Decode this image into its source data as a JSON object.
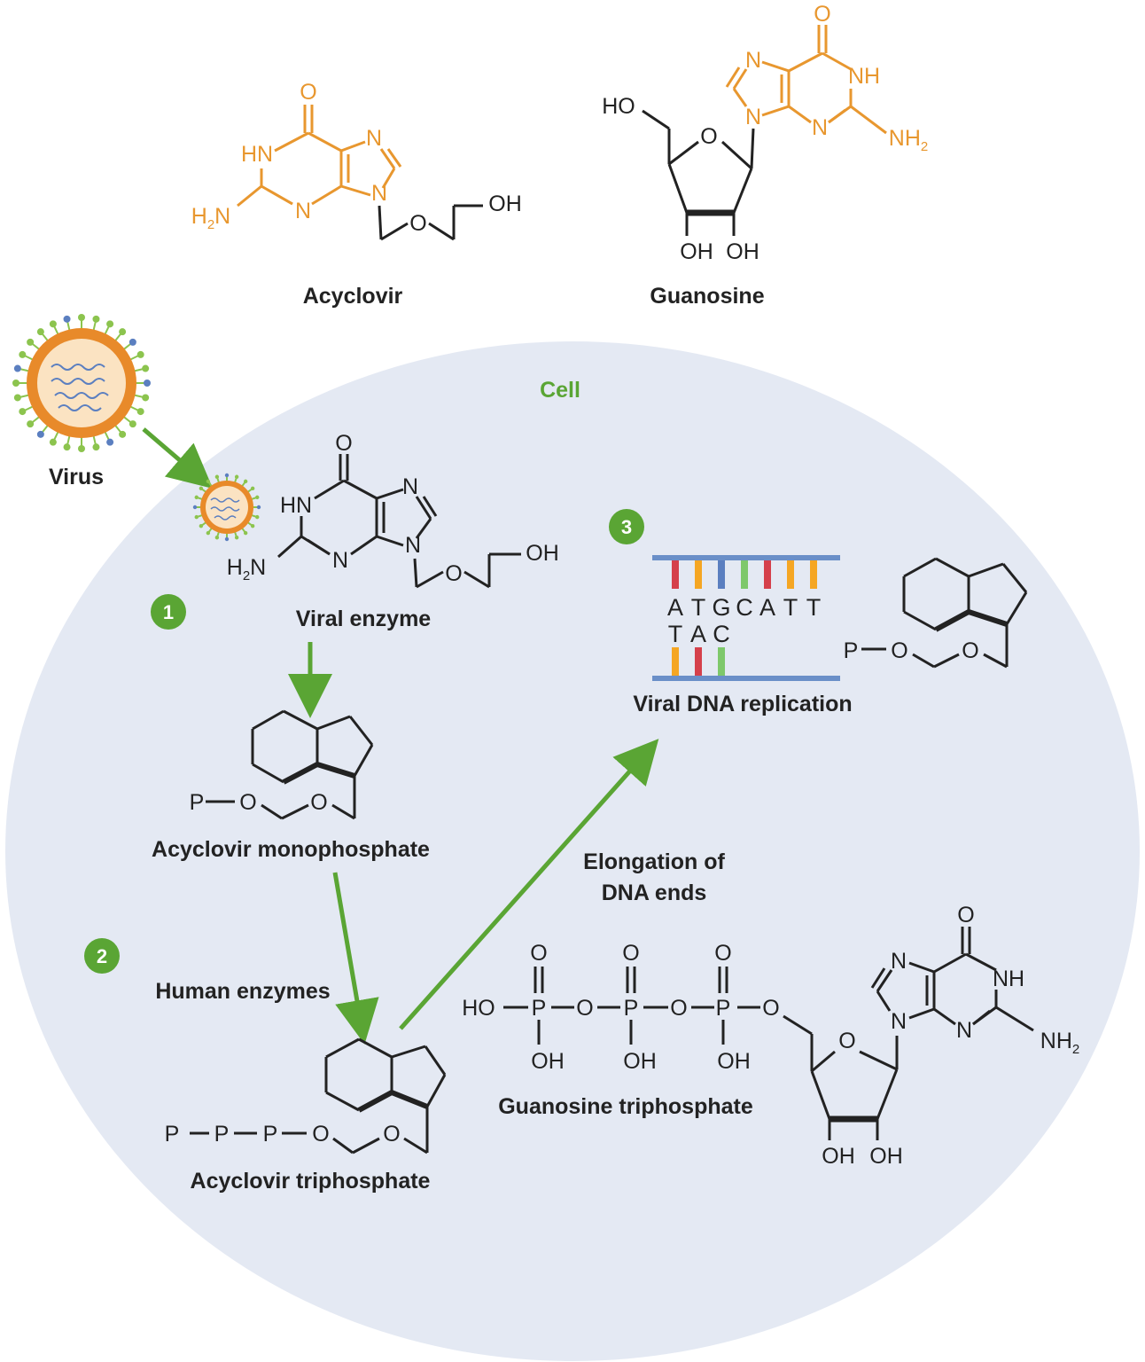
{
  "colors": {
    "purine": "#e8972f",
    "bond": "#222222",
    "cell_fill": "#e4e9f3",
    "arrow": "#5aa534",
    "step_badge": "#5aa534",
    "cell_label": "#5aa534",
    "dna_backbone": "#6a8fc8",
    "base_red": "#d5404b",
    "base_orange": "#f5a623",
    "base_blue": "#5b7fc0",
    "base_green": "#7ec86b",
    "virus_capsid": "#e88a2a",
    "virus_core": "#fbe3c2",
    "virus_spike": "#8cc44e"
  },
  "structures": {
    "acyclovir_top": {
      "name": "Acyclovir",
      "atoms": {
        "O": "O",
        "HN": "HN",
        "N7": "N",
        "N9": "N",
        "N3": "N",
        "H2N": "H2N",
        "O_ether": "O",
        "OH": "OH"
      }
    },
    "guanosine_top": {
      "name": "Guanosine",
      "atoms": {
        "O": "O",
        "NH": "NH",
        "N7": "N",
        "N9": "N",
        "N3": "N",
        "NH2": "NH2",
        "HO": "HO",
        "O_ring": "O",
        "OH1": "OH",
        "OH2": "OH"
      }
    }
  },
  "cell": {
    "label": "Cell",
    "virus_label": "Virus",
    "steps": [
      {
        "number": "1",
        "label": "Viral enzyme"
      },
      {
        "number": "2",
        "label": "Human enzymes"
      },
      {
        "number": "3",
        "label": "Viral DNA replication"
      }
    ],
    "intermediates": {
      "monophosphate": {
        "name": "Acyclovir monophosphate",
        "chain": "P—O"
      },
      "triphosphate": {
        "name": "Acyclovir triphosphate",
        "chain": "P —P—P—O"
      },
      "dna_terminated": {
        "chain": "P—O"
      }
    },
    "elongation_label": [
      "Elongation of",
      "DNA ends"
    ],
    "dna": {
      "top_strand": [
        "A",
        "T",
        "G",
        "C",
        "A",
        "T",
        "T"
      ],
      "top_colors": [
        "red",
        "orange",
        "blue",
        "green",
        "red",
        "orange",
        "orange"
      ],
      "bottom_strand": [
        "T",
        "A",
        "C"
      ],
      "bottom_colors": [
        "orange",
        "red",
        "green"
      ]
    },
    "gtp": {
      "name": "Guanosine triphosphate",
      "phosphate": {
        "HO": "HO",
        "P": "P",
        "O": "O",
        "OH": "OH"
      },
      "nucleoside": {
        "O": "O",
        "NH": "NH",
        "N": "N",
        "NH2": "NH2",
        "OH1": "OH",
        "OH2": "OH"
      }
    }
  }
}
